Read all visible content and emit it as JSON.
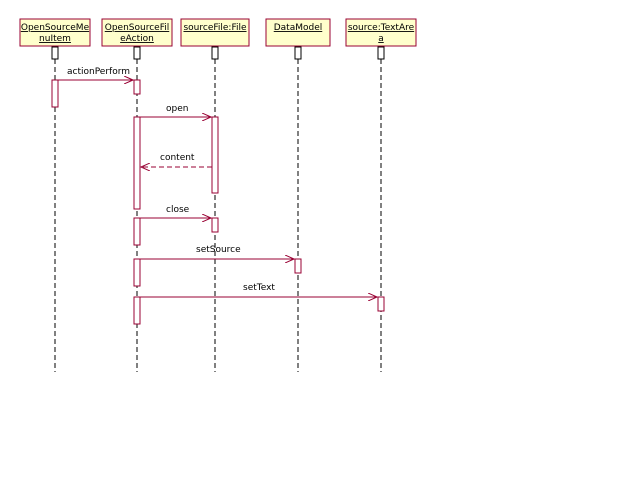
{
  "colors": {
    "box_fill": "#ffffcc",
    "box_stroke": "#990033",
    "message": "#990033",
    "lifeline": "#000000",
    "background": "#ffffff"
  },
  "objects": [
    {
      "id": "menu",
      "lines": [
        "OpenSourceMe",
        "nuItem"
      ]
    },
    {
      "id": "action",
      "lines": [
        "OpenSourceFil",
        "eAction"
      ]
    },
    {
      "id": "file",
      "lines": [
        "sourceFile:File"
      ]
    },
    {
      "id": "model",
      "lines": [
        "DataModel"
      ]
    },
    {
      "id": "textarea",
      "lines": [
        "source:TextAre",
        "a"
      ]
    }
  ],
  "messages": [
    {
      "label": "actionPerform",
      "from": "menu",
      "to": "action",
      "kind": "call"
    },
    {
      "label": "open",
      "from": "action",
      "to": "file",
      "kind": "call"
    },
    {
      "label": "content",
      "from": "file",
      "to": "action",
      "kind": "return"
    },
    {
      "label": "close",
      "from": "action",
      "to": "file",
      "kind": "call"
    },
    {
      "label": "setSource",
      "from": "action",
      "to": "model",
      "kind": "call"
    },
    {
      "label": "setText",
      "from": "action",
      "to": "textarea",
      "kind": "call"
    }
  ]
}
